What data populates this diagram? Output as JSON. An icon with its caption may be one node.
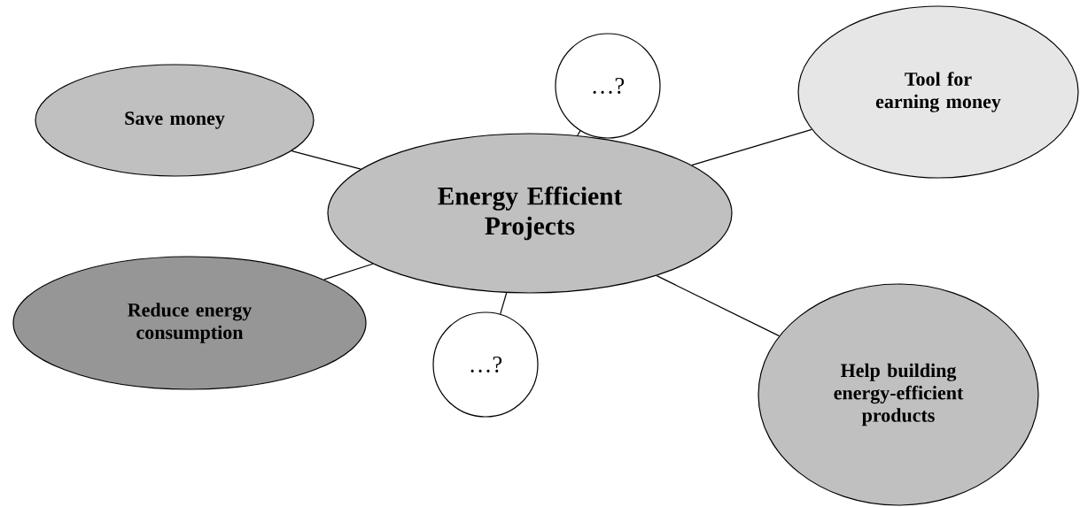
{
  "diagram": {
    "nodes": [
      {
        "text": [
          "Energy Efficient Projects"
        ]
      },
      {
        "text": [
          "Save money"
        ]
      },
      {
        "text": [
          "…?"
        ]
      },
      {
        "text": [
          "Tool for earning money"
        ]
      },
      {
        "text": [
          "Reduce energy consumption"
        ]
      },
      {
        "text": [
          "…?"
        ]
      },
      {
        "text": [
          "Help building energy-efficient products"
        ]
      }
    ],
    "edges": [
      {
        "from": 0,
        "to": 1,
        "arrow": "none"
      },
      {
        "from": 0,
        "to": 2,
        "arrow": "none"
      },
      {
        "from": 0,
        "to": 3,
        "arrow": "none"
      },
      {
        "from": 0,
        "to": 4,
        "arrow": "none"
      },
      {
        "from": 0,
        "to": 5,
        "arrow": "none"
      },
      {
        "from": 0,
        "to": 6,
        "arrow": "none"
      }
    ]
  }
}
